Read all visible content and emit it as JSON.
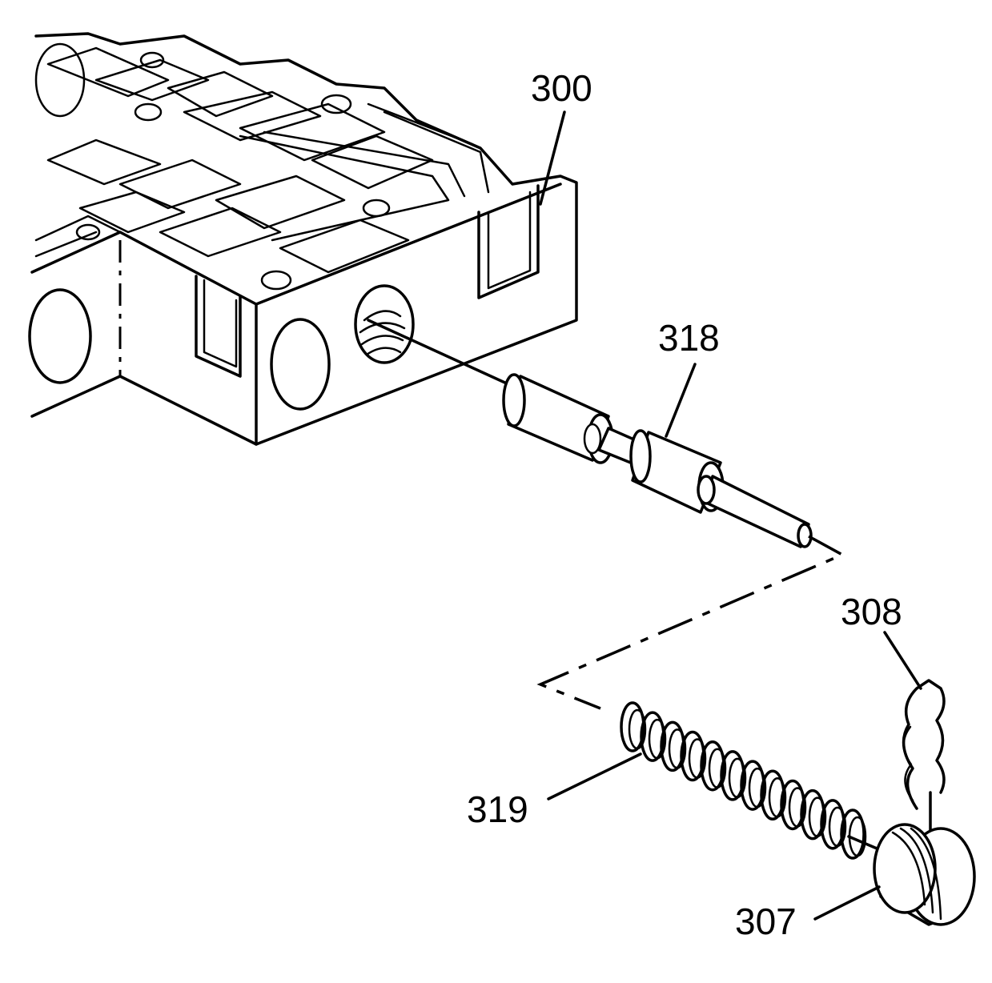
{
  "callouts": {
    "c300": "300",
    "c318": "318",
    "c308": "308",
    "c319": "319",
    "c307": "307"
  },
  "colors": {
    "ink": "#000000",
    "paper": "#ffffff"
  }
}
